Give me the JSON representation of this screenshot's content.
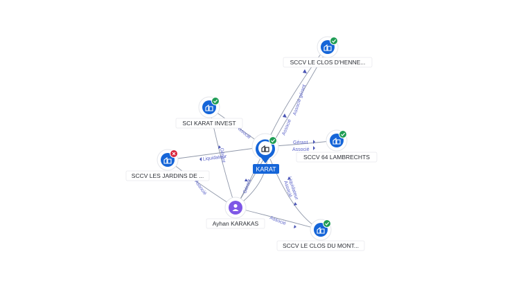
{
  "colors": {
    "company": "#1565d8",
    "person": "#7e57e6",
    "active_badge": "#1f9d55",
    "closed_badge": "#d7263d",
    "edge": "#8e96a8",
    "edge_label": "#5b63c9"
  },
  "center": {
    "label": "KARAT",
    "icon": "building-icon",
    "status": "active"
  },
  "nodes": [
    {
      "id": "sccv_henne",
      "label": "SCCV LE CLOS D'HENNE...",
      "icon": "building-icon",
      "status": "active"
    },
    {
      "id": "sci_karat",
      "label": "SCI KARAT INVEST",
      "icon": "building-icon",
      "status": "active"
    },
    {
      "id": "sccv_64",
      "label": "SCCV 64 LAMBRECHTS",
      "icon": "building-icon",
      "status": "active"
    },
    {
      "id": "sccv_jardins",
      "label": "SCCV LES JARDINS DE ...",
      "icon": "building-icon",
      "status": "closed"
    },
    {
      "id": "ayhan",
      "label": "Ayhan KARAKAS",
      "icon": "person-icon",
      "status": "none"
    },
    {
      "id": "sccv_mont",
      "label": "SCCV LE CLOS DU MONT...",
      "icon": "building-icon",
      "status": "active"
    }
  ],
  "edge_labels": {
    "associe": "Associé",
    "associe_gerant": "Associé gérant",
    "gerant": "Gérant",
    "liquidateur": "Liquidateur"
  }
}
